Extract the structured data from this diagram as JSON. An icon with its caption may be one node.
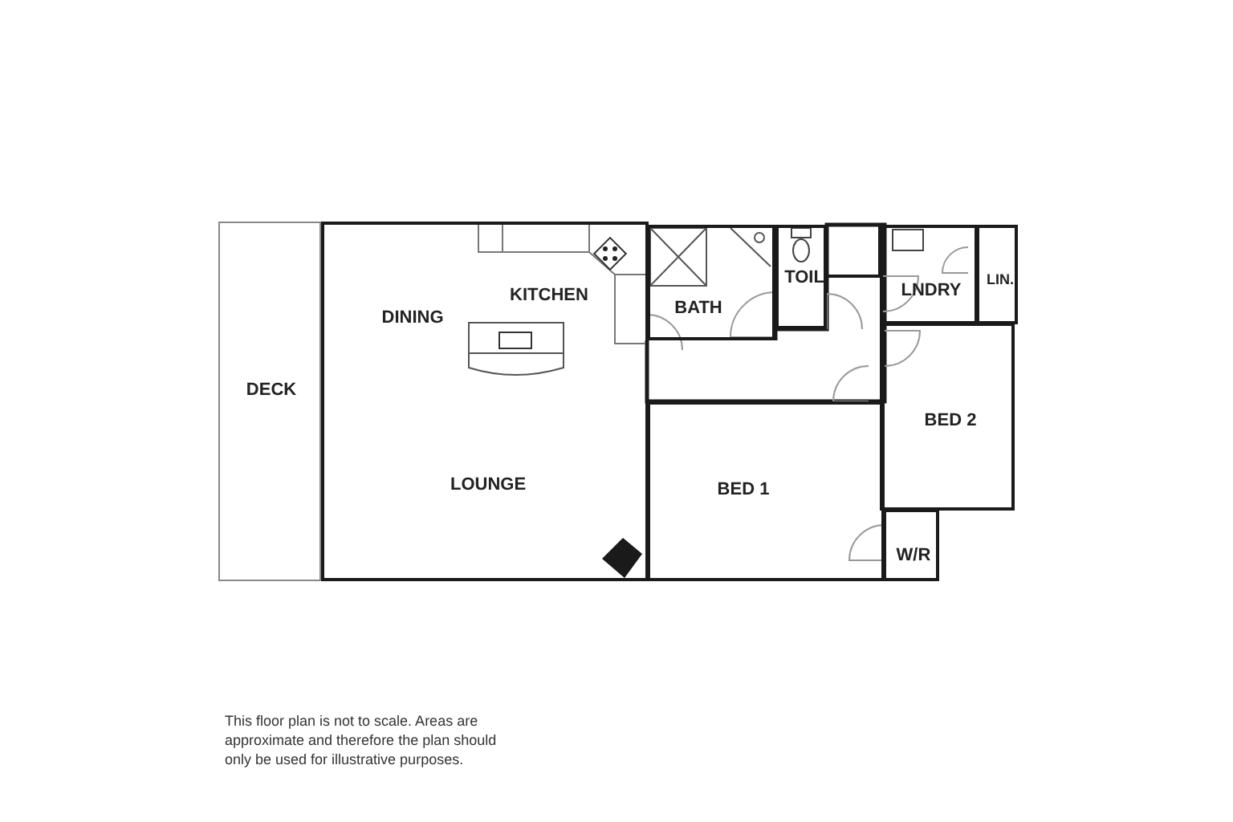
{
  "diagram": {
    "nodes": [
      {
        "text": [
          "DECK"
        ]
      },
      {
        "text": [
          "DINING",
          "KITCHEN",
          "LOUNGE"
        ]
      },
      {
        "text": [
          "BATH"
        ]
      },
      {
        "text": [
          "TOIL"
        ]
      },
      {
        "text": [
          "LNDRY"
        ]
      },
      {
        "text": [
          "LIN."
        ]
      },
      {
        "text": [
          "BED 2"
        ]
      },
      {
        "text": [
          "BED 1"
        ]
      },
      {
        "text": [
          "W/R"
        ]
      }
    ],
    "labels": [
      "This floor plan is not to scale. Areas are approximate and therefore the plan should only be used for illustrative purposes."
    ]
  }
}
